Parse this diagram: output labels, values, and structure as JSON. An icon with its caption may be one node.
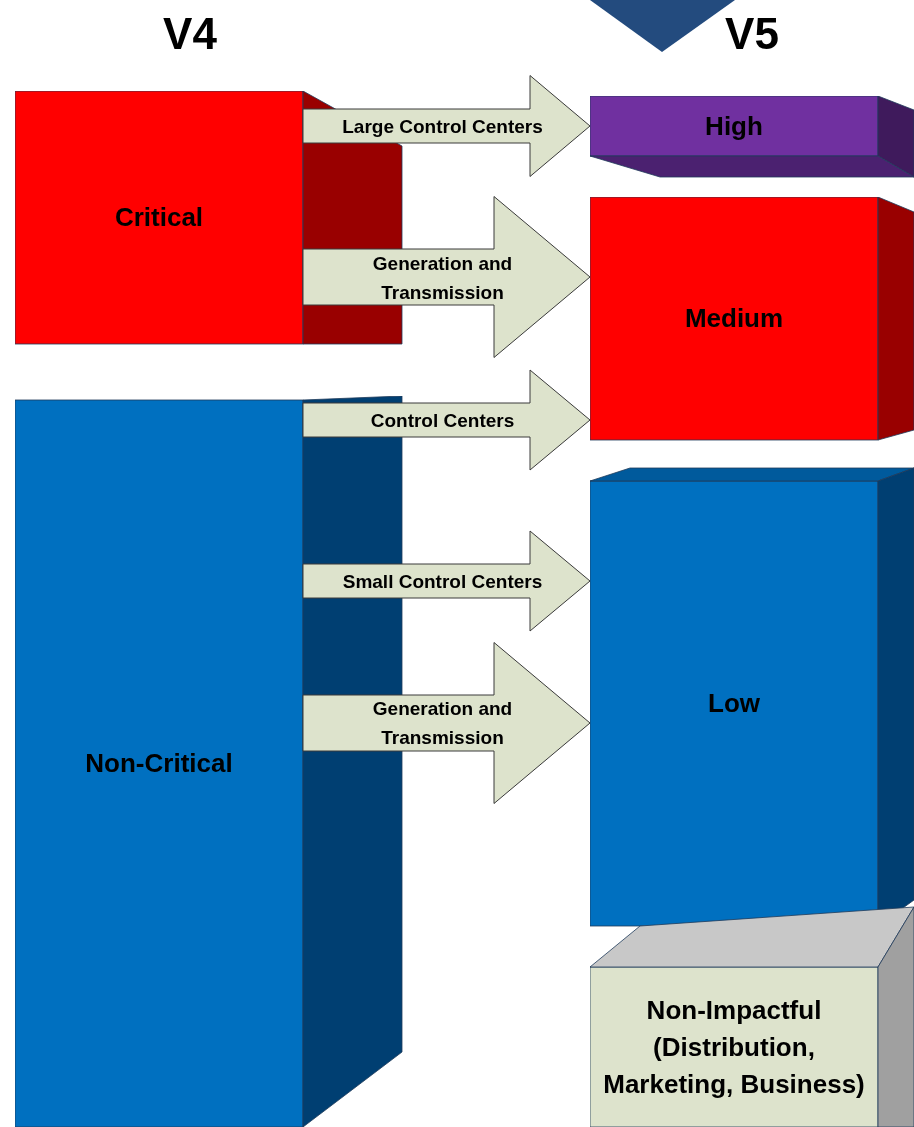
{
  "diagram": {
    "nodes": [
      {
        "text": [
          "Critical"
        ]
      },
      {
        "text": [
          "Non-Critical"
        ]
      },
      {
        "text": [
          "High"
        ]
      },
      {
        "text": [
          "Medium"
        ]
      },
      {
        "text": [
          "Low"
        ]
      },
      {
        "text": [
          "Non-Impactful (Distribution, Marketing, Business)"
        ]
      }
    ],
    "edges": [
      {
        "from": 0,
        "to": 2,
        "arrow": "to",
        "label": "Large Control Centers"
      },
      {
        "from": 0,
        "to": 3,
        "arrow": "to",
        "label": "Generation and Transmission"
      },
      {
        "from": 1,
        "to": 3,
        "arrow": "to",
        "label": "Control Centers"
      },
      {
        "from": 1,
        "to": 4,
        "arrow": "to",
        "label": "Small Control Centers"
      },
      {
        "from": 1,
        "to": 4,
        "arrow": "to",
        "label": "Generation and Transmission"
      }
    ],
    "labels": [
      "V4",
      "V5"
    ]
  }
}
